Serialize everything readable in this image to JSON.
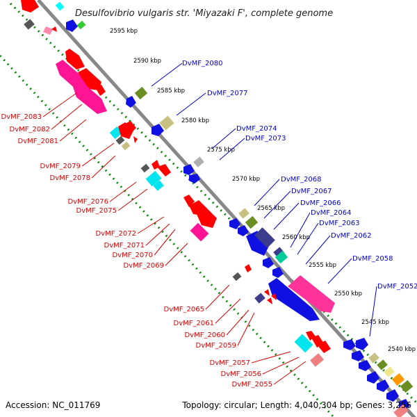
{
  "header": {
    "title": "Desulfovibrio vulgaris str. 'Miyazaki F', complete genome"
  },
  "footer": {
    "accession": "Accession: NC_011769",
    "summary": "Topology: circular; Length: 4,040,304 bp; Genes: 3,256"
  },
  "colors": {
    "forward_label": "#0000cc",
    "reverse_label": "#dd0000",
    "backbone": "#888888",
    "ticks": "#008800"
  },
  "scale_ticks": [
    "2595 kbp",
    "2590 kbp",
    "2585 kbp",
    "2580 kbp",
    "2575 kbp",
    "2570 kbp",
    "2565 kbp",
    "2560 kbp",
    "2555 kbp",
    "2550 kbp",
    "2545 kbp",
    "2540 kbp"
  ],
  "forward_genes": [
    "DvMF_2080",
    "DvMF_2077",
    "DvMF_2074",
    "DvMF_2073",
    "DvMF_2068",
    "DvMF_2067",
    "DvMF_2066",
    "DvMF_2064",
    "DvMF_2063",
    "DvMF_2062",
    "DvMF_2058",
    "DvMF_2052"
  ],
  "reverse_genes": [
    "DvMF_2083",
    "DvMF_2082",
    "DvMF_2081",
    "DvMF_2079",
    "DvMF_2078",
    "DvMF_2076",
    "DvMF_2075",
    "DvMF_2072",
    "DvMF_2071",
    "DvMF_2070",
    "DvMF_2069",
    "DvMF_2065",
    "DvMF_2061",
    "DvMF_2060",
    "DvMF_2059",
    "DvMF_2057",
    "DvMF_2056",
    "DvMF_2055"
  ]
}
